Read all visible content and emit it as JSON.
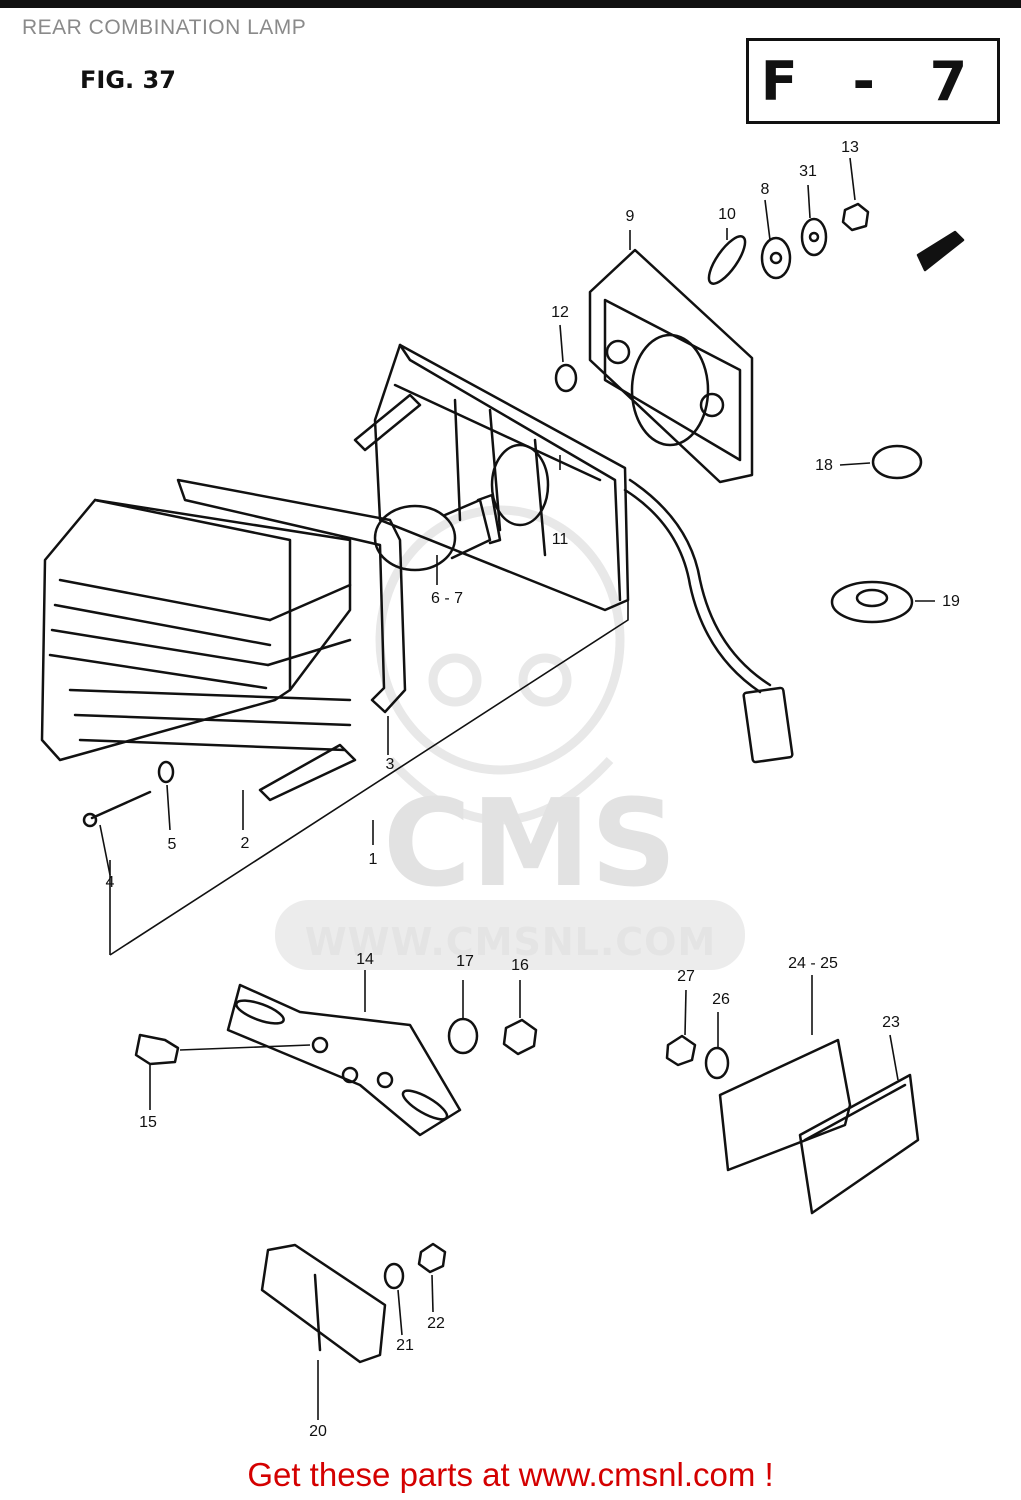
{
  "header": {
    "title": "REAR COMBINATION LAMP",
    "figure": "FIG. 37",
    "section_code": "F - 7"
  },
  "watermark": {
    "logo_text": "CMS",
    "url_text": "WWW.CMSNL.COM"
  },
  "part_labels": [
    {
      "id": "1",
      "text": "1"
    },
    {
      "id": "2",
      "text": "2"
    },
    {
      "id": "3",
      "text": "3"
    },
    {
      "id": "4",
      "text": "4"
    },
    {
      "id": "5",
      "text": "5"
    },
    {
      "id": "6-7",
      "text": "6 - 7"
    },
    {
      "id": "8",
      "text": "8"
    },
    {
      "id": "9",
      "text": "9"
    },
    {
      "id": "10",
      "text": "10"
    },
    {
      "id": "11",
      "text": "11"
    },
    {
      "id": "12",
      "text": "12"
    },
    {
      "id": "13",
      "text": "13"
    },
    {
      "id": "14",
      "text": "14"
    },
    {
      "id": "15",
      "text": "15"
    },
    {
      "id": "16",
      "text": "16"
    },
    {
      "id": "17",
      "text": "17"
    },
    {
      "id": "18",
      "text": "18"
    },
    {
      "id": "19",
      "text": "19"
    },
    {
      "id": "20",
      "text": "20"
    },
    {
      "id": "21",
      "text": "21"
    },
    {
      "id": "22",
      "text": "22"
    },
    {
      "id": "23",
      "text": "23"
    },
    {
      "id": "24-25",
      "text": "24 - 25"
    },
    {
      "id": "26",
      "text": "26"
    },
    {
      "id": "27",
      "text": "27"
    },
    {
      "id": "31",
      "text": "31"
    }
  ],
  "footer": {
    "cta": "Get these parts at www.cmsnl.com !"
  },
  "colors": {
    "line": "#111111",
    "watermark": "#e4e4e4",
    "footer": "#d40000"
  }
}
